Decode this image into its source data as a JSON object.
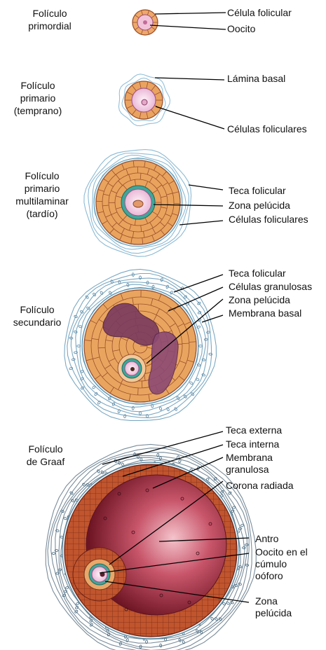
{
  "stages": [
    {
      "id": "primordial",
      "name": "Folículo\nprimordial",
      "labels": [
        "Célula folicular",
        "Oocito"
      ]
    },
    {
      "id": "primario-temprano",
      "name": "Folículo\nprimario\n(temprano)",
      "labels": [
        "Lámina basal",
        "Células foliculares"
      ]
    },
    {
      "id": "primario-tardio",
      "name": "Folículo\nprimario\nmultilaminar\n(tardío)",
      "labels": [
        "Teca folicular",
        "Zona pelúcida",
        "Células foliculares"
      ]
    },
    {
      "id": "secundario",
      "name": "Folículo\nsecundario",
      "labels": [
        "Teca folicular",
        "Células granulosas",
        "Zona pelúcida",
        "Membrana basal"
      ]
    },
    {
      "id": "graaf",
      "name": "Folículo\nde Graaf",
      "labels": [
        "Teca externa",
        "Teca interna",
        "Membrana\ngranulosa",
        "Corona radiada",
        "Antro",
        "Oocito en el\ncúmulo\noóforo",
        "Zona\npelúcida"
      ]
    }
  ],
  "colors": {
    "granulosa": "#e8a35a",
    "granulosa_line": "#a0522d",
    "oocyte": "#f3d3e8",
    "zona": "#3fa79a",
    "theca": "#7fb6cf",
    "antrum": "#9b2a3c",
    "graaf_granulosa": "#b6442e"
  }
}
